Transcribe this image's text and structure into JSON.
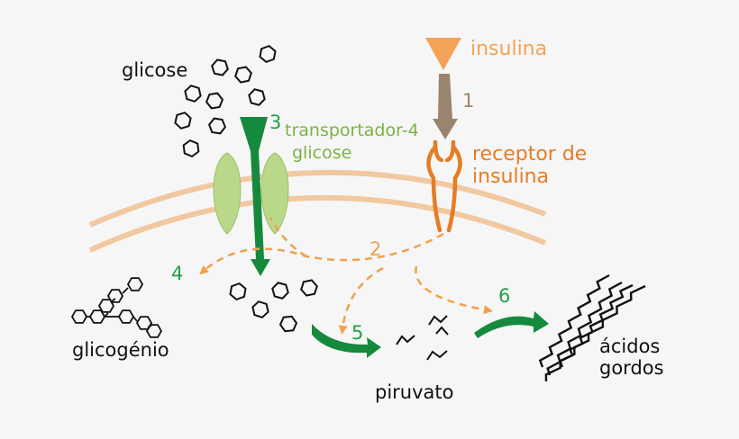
{
  "labels": {
    "glicose": "glicose",
    "insulina": "insulina",
    "transportador_l1": "transportador-4",
    "transportador_l2": "glicose",
    "receptor_l1": "receptor de",
    "receptor_l2": "insulina",
    "glicogenio": "glicogénio",
    "piruvato": "piruvato",
    "acidos_l1": "ácidos",
    "acidos_l2": "gordos"
  },
  "steps": [
    "1",
    "2",
    "3",
    "4",
    "5",
    "6"
  ],
  "colors": {
    "background": "#f6f6f6",
    "membrane": "#f1c8a0",
    "insulin": "#f3a257",
    "receptor": "#e47d26",
    "step1_arrow": "#9a8470",
    "transporter": "#b9d88a",
    "green_arrow": "#158a3c",
    "green_text": "#22a04a",
    "dashed": "#f0a24c",
    "transporter_text": "#7cb342",
    "molecule_stroke": "#111111"
  }
}
